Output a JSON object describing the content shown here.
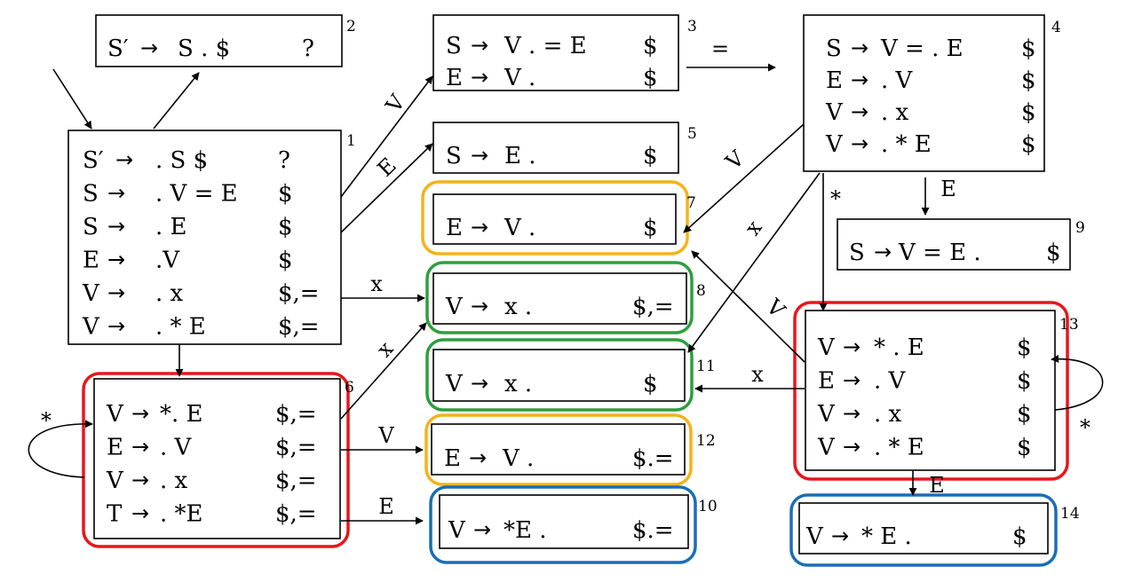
{
  "colors": {
    "orange": "#F5B21A",
    "green": "#2E9E3E",
    "red": "#E8161B",
    "blue": "#1B6EB5"
  },
  "states": [
    {
      "id": "1",
      "number": "1",
      "items": [
        {
          "lhs": "S′",
          "rhs": ". S $",
          "la": "?"
        },
        {
          "lhs": "S",
          "rhs": ". V = E",
          "la": "$"
        },
        {
          "lhs": "S",
          "rhs": ". E",
          "la": "$"
        },
        {
          "lhs": "E",
          "rhs": ".V",
          "la": "$"
        },
        {
          "lhs": "V",
          "rhs": ". x",
          "la": "$,="
        },
        {
          "lhs": "V",
          "rhs": ". * E",
          "la": "$,="
        }
      ]
    },
    {
      "id": "2",
      "number": "2",
      "items": [
        {
          "lhs": "S′",
          "rhs": "S . $",
          "la": "?"
        }
      ]
    },
    {
      "id": "3",
      "number": "3",
      "items": [
        {
          "lhs": "S",
          "rhs": "V . = E",
          "la": "$"
        },
        {
          "lhs": "E",
          "rhs": "V .",
          "la": "$"
        }
      ]
    },
    {
      "id": "4",
      "number": "4",
      "items": [
        {
          "lhs": "S",
          "rhs": "V = . E",
          "la": "$"
        },
        {
          "lhs": "E",
          "rhs": ". V",
          "la": "$"
        },
        {
          "lhs": "V",
          "rhs": ". x",
          "la": "$"
        },
        {
          "lhs": "V",
          "rhs": ". * E",
          "la": "$"
        }
      ]
    },
    {
      "id": "5",
      "number": "5",
      "items": [
        {
          "lhs": "S",
          "rhs": "E .",
          "la": "$"
        }
      ]
    },
    {
      "id": "6",
      "number": "6",
      "items": [
        {
          "lhs": "V",
          "rhs": "*. E",
          "la": "$,="
        },
        {
          "lhs": "E",
          "rhs": ". V",
          "la": "$,="
        },
        {
          "lhs": "V",
          "rhs": ". x",
          "la": "$,="
        },
        {
          "lhs": "T",
          "rhs": ". *E",
          "la": "$,="
        }
      ]
    },
    {
      "id": "7",
      "number": "7",
      "items": [
        {
          "lhs": "E",
          "rhs": "V .",
          "la": "$"
        }
      ]
    },
    {
      "id": "8",
      "number": "8",
      "items": [
        {
          "lhs": "V",
          "rhs": "x .",
          "la": "$,="
        }
      ]
    },
    {
      "id": "9",
      "number": "9",
      "items": [
        {
          "lhs": "S",
          "rhs": "V = E .",
          "la": "$"
        }
      ]
    },
    {
      "id": "10",
      "number": "10",
      "items": [
        {
          "lhs": "V",
          "rhs": "*E .",
          "la": "$.="
        }
      ]
    },
    {
      "id": "11",
      "number": "11",
      "items": [
        {
          "lhs": "V",
          "rhs": "x .",
          "la": "$"
        }
      ]
    },
    {
      "id": "12",
      "number": "12",
      "items": [
        {
          "lhs": "E",
          "rhs": "V .",
          "la": "$.="
        }
      ]
    },
    {
      "id": "13",
      "number": "13",
      "items": [
        {
          "lhs": "V",
          "rhs": "* . E",
          "la": "$"
        },
        {
          "lhs": "E",
          "rhs": ". V",
          "la": "$"
        },
        {
          "lhs": "V",
          "rhs": ". x",
          "la": "$"
        },
        {
          "lhs": "V",
          "rhs": ". * E",
          "la": "$"
        }
      ]
    },
    {
      "id": "14",
      "number": "14",
      "items": [
        {
          "lhs": "V",
          "rhs": "* E .",
          "la": "$"
        }
      ]
    }
  ],
  "arrow_symbol": "→",
  "edges": [
    {
      "id": "1-2",
      "label": ""
    },
    {
      "id": "1-3",
      "label": "V"
    },
    {
      "id": "1-5",
      "label": "E"
    },
    {
      "id": "1-8",
      "label": "x"
    },
    {
      "id": "1-6",
      "label": ""
    },
    {
      "id": "3-4",
      "label": "="
    },
    {
      "id": "4-7",
      "label": "V"
    },
    {
      "id": "4-11",
      "label": "x"
    },
    {
      "id": "4-13",
      "label": "*"
    },
    {
      "id": "4-9",
      "label": "E"
    },
    {
      "id": "6-6",
      "label": "*"
    },
    {
      "id": "6-8",
      "label": "x"
    },
    {
      "id": "6-12",
      "label": "V"
    },
    {
      "id": "6-10",
      "label": "E"
    },
    {
      "id": "13-7",
      "label": "V"
    },
    {
      "id": "13-11",
      "label": "x"
    },
    {
      "id": "13-13",
      "label": "*"
    },
    {
      "id": "13-14",
      "label": "E"
    }
  ]
}
